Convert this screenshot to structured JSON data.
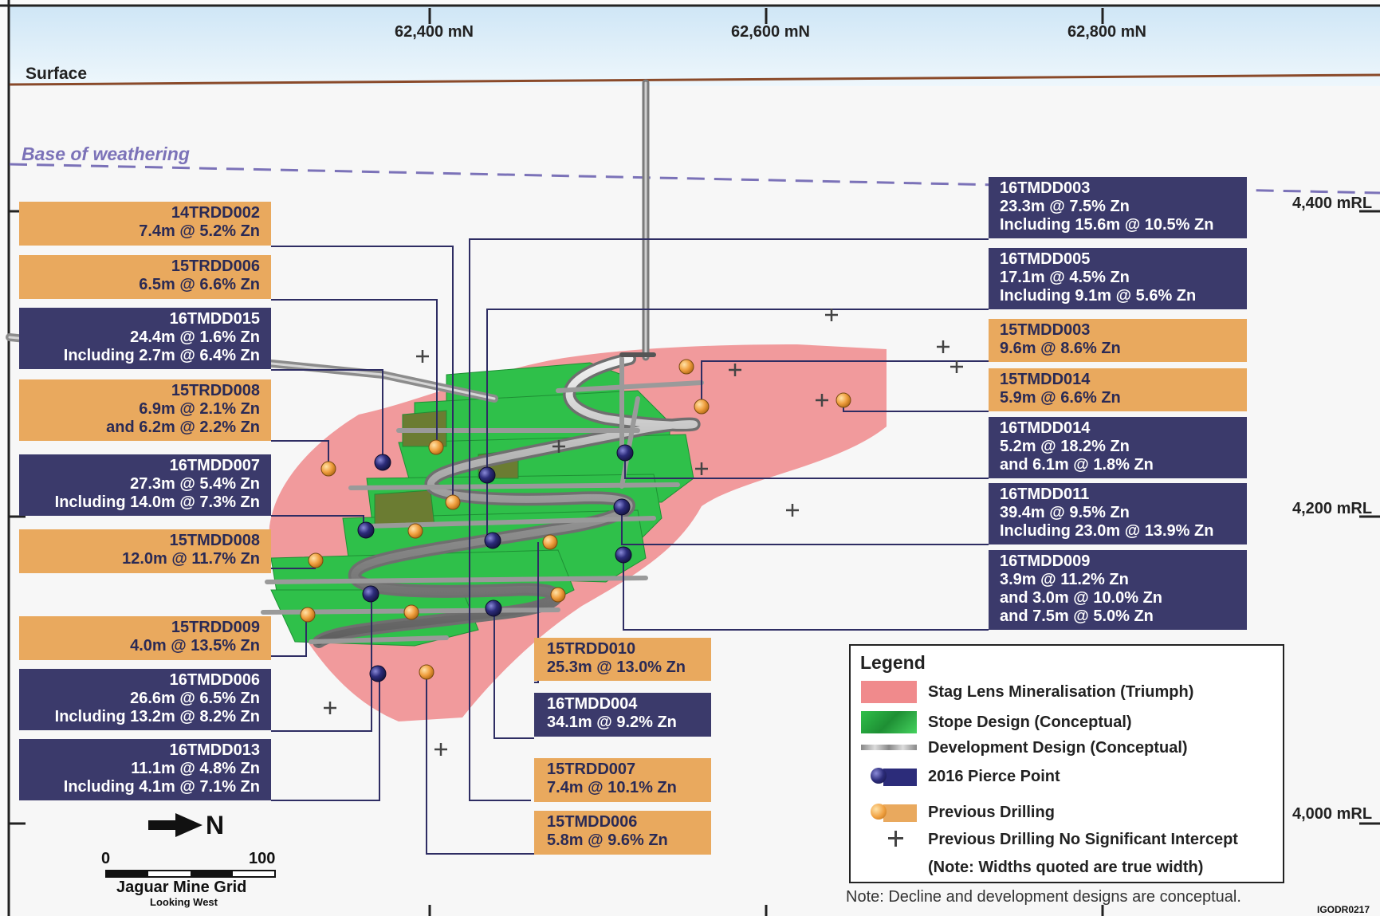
{
  "grid_labels": {
    "north": [
      "62,400 mN",
      "62,600 mN",
      "62,800 mN"
    ],
    "rl": [
      "4,400 mRL",
      "4,200 mRL",
      "4,000 mRL"
    ]
  },
  "surface_label": "Surface",
  "weathering_label": "Base of weathering",
  "left_boxes": [
    {
      "kind": "prev",
      "lines": [
        "14TRDD002",
        "7.4m @ 5.2% Zn"
      ]
    },
    {
      "kind": "prev",
      "lines": [
        "15TRDD006",
        "6.5m @ 6.6% Zn"
      ]
    },
    {
      "kind": "new",
      "lines": [
        "16TMDD015",
        "24.4m @ 1.6% Zn",
        "Including 2.7m @ 6.4% Zn"
      ]
    },
    {
      "kind": "prev",
      "lines": [
        "15TRDD008",
        "6.9m @ 2.1% Zn",
        "and 6.2m @ 2.2% Zn"
      ]
    },
    {
      "kind": "new",
      "lines": [
        "16TMDD007",
        "27.3m @ 5.4% Zn",
        "Including 14.0m @ 7.3% Zn"
      ]
    },
    {
      "kind": "prev",
      "lines": [
        "15TMDD008",
        "12.0m @ 11.7% Zn"
      ]
    },
    {
      "kind": "prev",
      "lines": [
        "15TRDD009",
        "4.0m @ 13.5% Zn"
      ]
    },
    {
      "kind": "new",
      "lines": [
        "16TMDD006",
        "26.6m @ 6.5% Zn",
        "Including 13.2m @ 8.2% Zn"
      ]
    },
    {
      "kind": "new",
      "lines": [
        "16TMDD013",
        "11.1m @ 4.8% Zn",
        "Including 4.1m @ 7.1% Zn"
      ]
    }
  ],
  "right_boxes": [
    {
      "kind": "new",
      "lines": [
        "16TMDD003",
        "23.3m @ 7.5% Zn",
        "Including 15.6m @ 10.5% Zn"
      ]
    },
    {
      "kind": "new",
      "lines": [
        "16TMDD005",
        "17.1m @ 4.5% Zn",
        "Including 9.1m @ 5.6% Zn"
      ]
    },
    {
      "kind": "prev",
      "lines": [
        "15TMDD003",
        "9.6m @ 8.6% Zn"
      ]
    },
    {
      "kind": "prev",
      "lines": [
        "15TMDD014",
        "5.9m @ 6.6% Zn"
      ]
    },
    {
      "kind": "new",
      "lines": [
        "16TMDD014",
        "5.2m @ 18.2% Zn",
        "and 6.1m @ 1.8% Zn"
      ]
    },
    {
      "kind": "new",
      "lines": [
        "16TMDD011",
        "39.4m @ 9.5% Zn",
        "Including 23.0m @ 13.9% Zn"
      ]
    },
    {
      "kind": "new",
      "lines": [
        "16TMDD009",
        "3.9m @ 11.2% Zn",
        "and 3.0m @ 10.0% Zn",
        "and 7.5m @ 5.0% Zn"
      ]
    }
  ],
  "bottom_boxes": [
    {
      "kind": "prev",
      "lines": [
        "15TRDD010",
        "25.3m @ 13.0% Zn"
      ]
    },
    {
      "kind": "new",
      "lines": [
        "16TMDD004",
        "34.1m @ 9.2% Zn"
      ]
    },
    {
      "kind": "prev",
      "lines": [
        "15TRDD007",
        "7.4m @ 10.1% Zn"
      ]
    },
    {
      "kind": "prev",
      "lines": [
        "15TMDD006",
        "5.8m @ 9.6% Zn"
      ]
    }
  ],
  "legend": {
    "title": "Legend",
    "items": [
      {
        "symbol": "pink-area",
        "label": "Stag Lens Mineralisation (Triumph)"
      },
      {
        "symbol": "green-area",
        "label": "Stope Design (Conceptual)"
      },
      {
        "symbol": "grey-line",
        "label": "Development Design (Conceptual)"
      },
      {
        "symbol": "navy-pierce",
        "label": "2016 Pierce Point"
      },
      {
        "symbol": "orange-pierce",
        "label": "Previous Drilling"
      },
      {
        "symbol": "cross",
        "label": "Previous Drilling No Significant Intercept"
      }
    ],
    "note": "(Note: Widths quoted are true width)"
  },
  "scale": {
    "start": "0",
    "end": "100"
  },
  "north_arrow": "N",
  "grid_name": "Jaguar Mine Grid",
  "view_direction": "Looking West",
  "footer_note": "Note: Decline and development designs are conceptual.",
  "figure_code": "IGODR0217",
  "colors": {
    "new": "#3b3a6b",
    "previous": "#e9a95e",
    "mineralisation": "#f08a8c",
    "stope": "#2fc04a",
    "development": "#a9a9a9",
    "weathering": "#7b72b8",
    "surface": "#8a4a2a",
    "sky": "#d8edf8"
  }
}
